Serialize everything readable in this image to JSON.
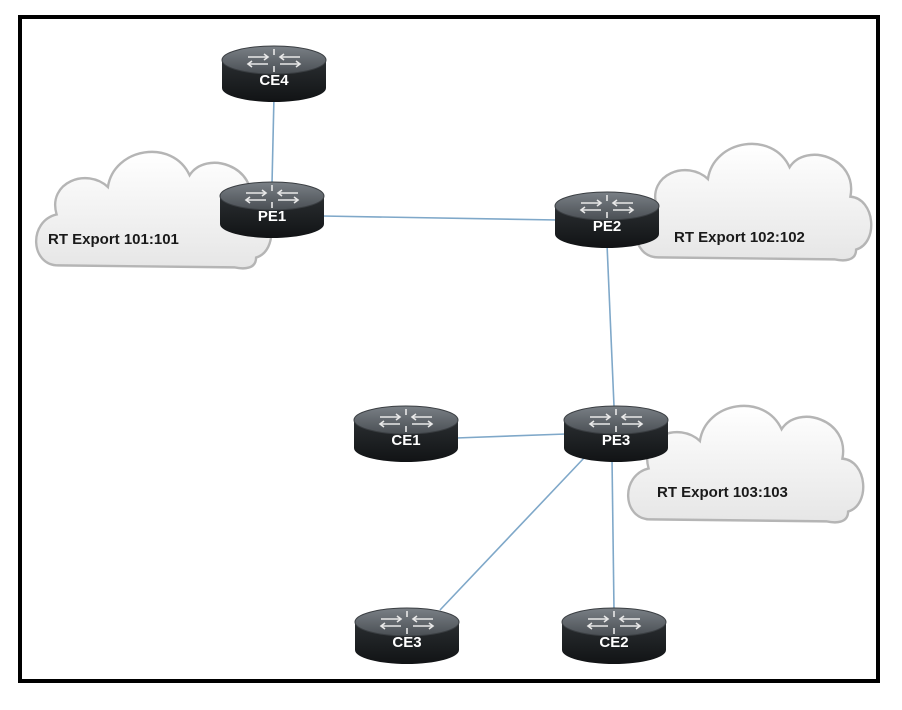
{
  "colors": {
    "link": "#7fa8c9",
    "cloud_fill": "#f4f4f4",
    "cloud_stroke": "#b5b5b5",
    "router_top": "#5b6166",
    "router_body": "#1c1f22",
    "router_label": "#ffffff",
    "frame": "#000000"
  },
  "clouds": [
    {
      "id": "cloud1",
      "label": "RT Export 101:101"
    },
    {
      "id": "cloud2",
      "label": "RT Export 102:102"
    },
    {
      "id": "cloud3",
      "label": "RT Export 103:103"
    }
  ],
  "routers": [
    {
      "id": "CE4",
      "label": "CE4",
      "icon": "router-icon"
    },
    {
      "id": "PE1",
      "label": "PE1",
      "icon": "router-icon"
    },
    {
      "id": "PE2",
      "label": "PE2",
      "icon": "router-icon"
    },
    {
      "id": "PE3",
      "label": "PE3",
      "icon": "router-icon"
    },
    {
      "id": "CE1",
      "label": "CE1",
      "icon": "router-icon"
    },
    {
      "id": "CE3",
      "label": "CE3",
      "icon": "router-icon"
    },
    {
      "id": "CE2",
      "label": "CE2",
      "icon": "router-icon"
    }
  ],
  "links": [
    {
      "from": "CE4",
      "to": "PE1"
    },
    {
      "from": "PE1",
      "to": "PE2"
    },
    {
      "from": "PE2",
      "to": "PE3"
    },
    {
      "from": "CE1",
      "to": "PE3"
    },
    {
      "from": "PE3",
      "to": "CE3"
    },
    {
      "from": "PE3",
      "to": "CE2"
    }
  ]
}
